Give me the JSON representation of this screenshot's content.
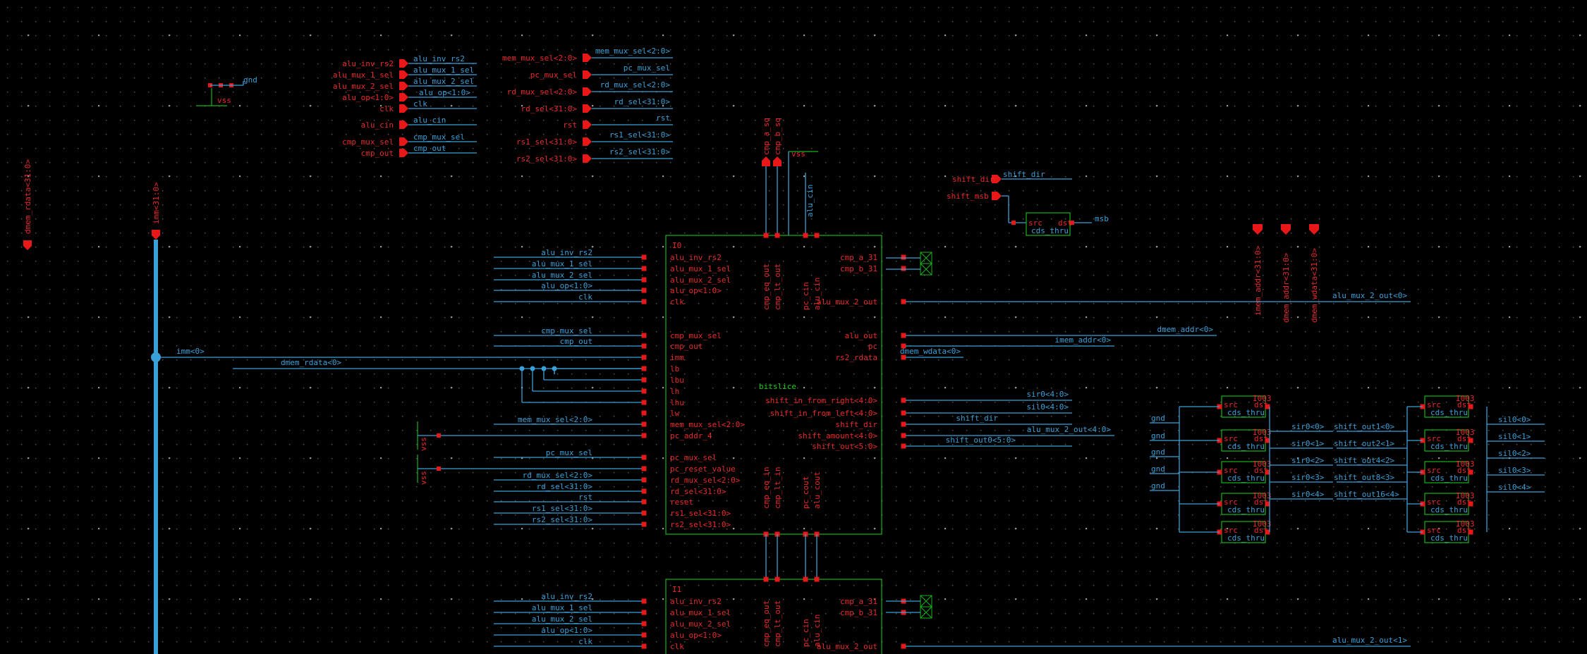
{
  "schematic": {
    "top_pins_left": [
      "alu_inv_rs2",
      "alu_mux_1_sel",
      "alu_mux_2_sel",
      "alu_op<1:0>",
      "clk",
      "alu_cin",
      "cmp_mux_sel",
      "cmp_out"
    ],
    "top_wires_left": [
      "alu_inv_rs2",
      "alu_mux_1_sel",
      "alu_mux_2_sel",
      "alu_op<1:0>",
      "clk",
      "alu_cin",
      "cmp_mux_sel",
      "cmp_out"
    ],
    "top_pins_mid": [
      "mem_mux_sel<2:0>",
      "pc_mux_sel",
      "rd_mux_sel<2:0>",
      "rd_sel<31:0>",
      "rst",
      "rs1_sel<31:0>",
      "rs2_sel<31:0>"
    ],
    "top_wires_mid": [
      "mem_mux_sel<2:0>",
      "pc_mux_sel",
      "rd_mux_sel<2:0>",
      "rd_sel<31:0>",
      "rst",
      "rs1_sel<31:0>",
      "rs2_sel<31:0>"
    ],
    "gnd_label": "gnd",
    "vss_label": "vss",
    "left_pin": "dmem_rdata<31:0>",
    "imm_bus": "imm<31:0>",
    "imm_tap": "imm<0>",
    "rdata_tap": "dmem_rdata<0>",
    "top_vertical_pins": [
      "cmp_a_sq",
      "cmp_b_sq"
    ],
    "top_vertical_wire": "alu_cin",
    "shift_pins": [
      "shift_dir",
      "shift_msb"
    ],
    "shift_dir_wire": "shift_dir",
    "msb_label": "msb",
    "right_vertical_pins": [
      "imem_addr<31:0>",
      "dmem_addr<31:0>",
      "dmem_wdata<31:0>"
    ],
    "block0": {
      "inst": "I0",
      "name": "bitslice",
      "left_ports": [
        "alu_inv_rs2",
        "alu_mux_1_sel",
        "alu_mux_2_sel",
        "alu_op<1:0>",
        "clk",
        "cmp_mux_sel",
        "cmp_out",
        "imm",
        "lb",
        "lbu",
        "lh",
        "lhu",
        "lw",
        "mem_mux_sel<2:0>",
        "pc_addr_4",
        "pc_mux_sel",
        "pc_reset_value",
        "rd_mux_sel<2:0>",
        "rd_sel<31:0>",
        "reset",
        "rs1_sel<31:0>",
        "rs2_sel<31:0>"
      ],
      "left_wires": [
        "alu_inv_rs2",
        "alu_mux_1_sel",
        "alu_mux_2_sel",
        "alu_op<1:0>",
        "clk",
        "cmp_mux_sel",
        "cmp_out",
        "mem_mux_sel<2:0>",
        "pc_mux_sel",
        "rd_mux_sel<2:0>",
        "rd_sel<31:0>",
        "rst",
        "rs1_sel<31:0>",
        "rs2_sel<31:0>"
      ],
      "right_ports": [
        "cmp_a_31",
        "cmp_b_31",
        "alu_mux_2_out",
        "alu_out",
        "pc",
        "rs2_rdata",
        "shift_in_from_right<4:0>",
        "shift_in_from_left<4:0>",
        "shift_dir",
        "shift_amount<4:0>",
        "shift_out<5:0>"
      ],
      "top_ports": [
        "cmp_eq_out",
        "cmp_lt_out",
        "pc_cin",
        "alu_cin"
      ],
      "bottom_ports": [
        "cmp_eq_in",
        "cmp_lt_in",
        "pc_cout",
        "alu_cout"
      ],
      "right_wires": [
        "alu_mux_2_out<0>",
        "dmem_addr<0>",
        "imem_addr<0>",
        "dmem_wdata<0>",
        "sir0<4:0>",
        "sil0<4:0>",
        "shift_dir",
        "alu_mux_2_out<4:0>",
        "shift_out0<5:0>"
      ]
    },
    "block1": {
      "inst": "I1",
      "left_ports": [
        "alu_inv_rs2",
        "alu_mux_1_sel",
        "alu_mux_2_sel",
        "alu_op<1:0>",
        "clk"
      ],
      "left_wires": [
        "alu_inv_rs2",
        "alu_mux_1_sel",
        "alu_mux_2_sel",
        "alu_op<1:0>",
        "clk"
      ],
      "right_ports": [
        "cmp_a_31",
        "cmp_b_31",
        "alu_mux_2_out"
      ],
      "top_ports": [
        "cmp_eq_out",
        "cmp_lt_out",
        "pc_cin",
        "alu_cin"
      ],
      "right_wire": "alu_mux_2_out<1>"
    },
    "cds_thru": {
      "name": "cds_thru",
      "src": "src",
      "dst": "dst",
      "inst": "I003"
    },
    "sr_cells": {
      "gnd": [
        "gnd",
        "gnd",
        "gnd",
        "gnd",
        "gnd"
      ],
      "sir": [
        "sir0<0>",
        "sir0<1>",
        "sir0<2>",
        "sir0<3>",
        "sir0<4>"
      ],
      "shift_out": [
        "shift_out1<0>",
        "shift_out2<1>",
        "shift_out4<2>",
        "shift_out8<3>",
        "shift_out16<4>"
      ],
      "sil": [
        "sil0<0>",
        "sil0<1>",
        "sil0<2>",
        "sil0<3>",
        "sil0<4>"
      ]
    }
  }
}
